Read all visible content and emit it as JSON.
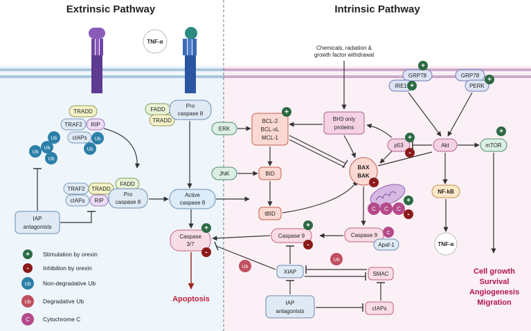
{
  "headers": {
    "extrinsic": "Extrinsic Pathway",
    "intrinsic": "Intrinsic Pathway"
  },
  "nodes": {
    "tnf_top": "TNF-α",
    "tradd1": "TRADD",
    "traf2_1": "TRAF2",
    "rip1": "RIP",
    "ciaps1": "cIAPs",
    "ub": "Ub",
    "fadd1": "FADD",
    "tradd2": "TRADD",
    "pro_casp8_1a": "Pro",
    "pro_casp8_1b": "caspase 8",
    "traf2_2": "TRAF2",
    "tradd3": "TRADD",
    "ciaps2": "cIAPs",
    "rip2": "RIP",
    "fadd2": "FADD",
    "pro_casp8_2a": "Pro",
    "pro_casp8_2b": "caspase 8",
    "active_casp8a": "Active",
    "active_casp8b": "caspase 8",
    "iap_ant1a": "IAP",
    "iap_ant1b": "antagonists",
    "casp37a": "Caspase",
    "casp37b": "3/7",
    "apoptosis": "Apoptosis",
    "chem1": "Chemicals, radiation &",
    "chem2": "growth factor withdrawal",
    "bh3a": "BH3 only",
    "bh3b": "proteins",
    "erk": "ERK",
    "bcl2": "BCL-2",
    "bclxl": "BCL-xL",
    "mcl1": "MCL-1",
    "jnk": "JNK",
    "bid": "BID",
    "tbid": "tBID",
    "bax": "BAX",
    "bak": "BAK",
    "c": "C",
    "casp9a": "Caspase 9",
    "casp9b": "Caspase 9",
    "apaf1": "Apaf-1",
    "xiap": "XIAP",
    "smac": "SMAC",
    "iap_ant2a": "IAP",
    "iap_ant2b": "antagonists",
    "ciaps3": "cIAPs",
    "grp78a": "GRP78",
    "ire1": "IRE1",
    "grp78b": "GRP78",
    "perk": "PERK",
    "p53": "p53",
    "akt": "Akt",
    "mtor": "mTOR",
    "nfkb": "NF-kB",
    "tnf_bottom": "TNF-α"
  },
  "outcomes": [
    "Cell growth",
    "Survival",
    "Angiogenesis",
    "Migration"
  ],
  "legend": {
    "items": [
      {
        "symbol": "+",
        "label": "Stimulation by orexin"
      },
      {
        "symbol": "-",
        "label": "Inhibition by orexin"
      },
      {
        "symbol": "Ub",
        "label": "Non-degradative Ub"
      },
      {
        "symbol": "Ub",
        "label": "Degradative Ub"
      },
      {
        "symbol": "C",
        "label": "Cytochrome C"
      }
    ]
  },
  "colors": {
    "plus_green": "#2d6a44",
    "minus_red": "#8b1a1a",
    "ub_blue": "#2c7fa8",
    "ub_degr": "#c0505f",
    "cytc": "#b44a8a",
    "apoptosis_red": "#c0203c",
    "membrane_blue": "#a9c7de",
    "membrane_pink": "#c9a3c7"
  }
}
